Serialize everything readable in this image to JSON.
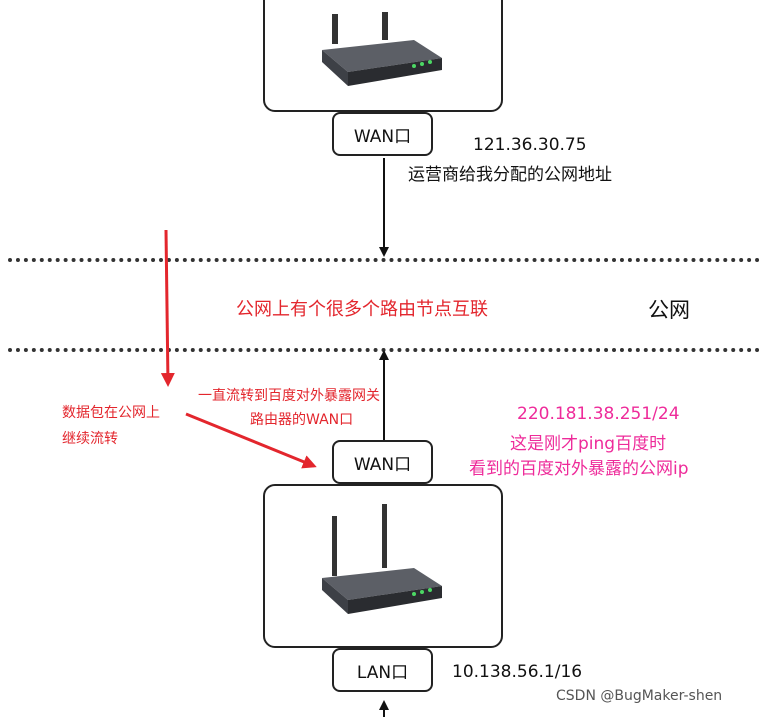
{
  "top_router": {
    "port_label": "WAN口",
    "ip": "121.36.30.75",
    "note": "运营商给我分配的公网地址"
  },
  "internet": {
    "description": "公网上有个很多个路由节点互联",
    "label": "公网"
  },
  "left_note": {
    "line1": "数据包在公网上",
    "line2": "继续流转"
  },
  "forward_note": {
    "line1": "一直流转到百度对外暴露网关",
    "line2": "路由器的WAN口"
  },
  "baidu_note": {
    "line1": "220.181.38.251/24",
    "line2": "这是刚才ping百度时",
    "line3": "看到的百度对外暴露的公网ip"
  },
  "bottom_router": {
    "wan_label": "WAN口",
    "lan_label": "LAN口",
    "lan_ip": "10.138.56.1/16"
  },
  "watermark": "CSDN @BugMaker-shen",
  "colors": {
    "accent_red": "#e3262d",
    "accent_pink": "#ee2b9a",
    "line": "#111111"
  }
}
